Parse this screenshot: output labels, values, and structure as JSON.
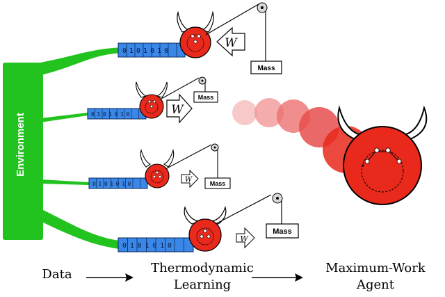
{
  "environment_label": "Environment",
  "work_symbol": "W",
  "mass_label": "Mass",
  "tape_bits": "0101010",
  "flow": {
    "data_label": "Data",
    "learning_line1": "Thermodynamic",
    "learning_line2": "Learning",
    "agent_line1": "Maximum-Work",
    "agent_line2": "Agent"
  },
  "colors": {
    "environment_green": "#22c21f",
    "tape_blue": "#3a87e8",
    "demon_red": "#e8291c",
    "ghost_red": "#f0a0a0"
  }
}
